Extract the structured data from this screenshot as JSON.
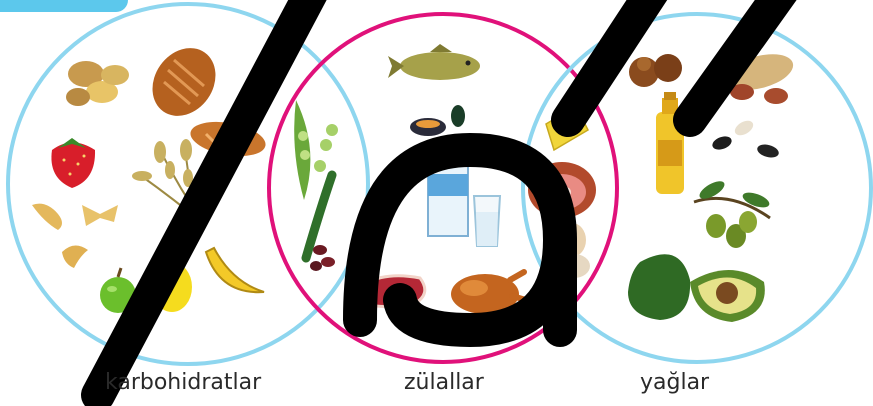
{
  "diagram": {
    "groups": [
      {
        "id": "carbs",
        "label": "karbohidratlar",
        "circle_color": "#8ed6ef",
        "foods": [
          "potato",
          "bread-loaf",
          "baguette",
          "strawberry",
          "wheat",
          "pasta",
          "apple",
          "lemon",
          "banana"
        ]
      },
      {
        "id": "protein",
        "label": "zülallar",
        "circle_color": "#e0117a",
        "foods": [
          "fish",
          "mussels",
          "peas",
          "green-beans",
          "milk-carton",
          "glass-of-milk",
          "kidney-beans",
          "steak",
          "roast-chicken"
        ]
      },
      {
        "id": "fats",
        "label": "yağlar",
        "circle_color": "#8ed6ef",
        "foods": [
          "hazelnuts",
          "peanuts",
          "oil-bottle",
          "sunflower-seeds",
          "olives",
          "avocado",
          "cheese",
          "ham",
          "eggs"
        ]
      }
    ],
    "watermark_color": "#000000",
    "accent_tab_color": "#5cc8ec"
  }
}
